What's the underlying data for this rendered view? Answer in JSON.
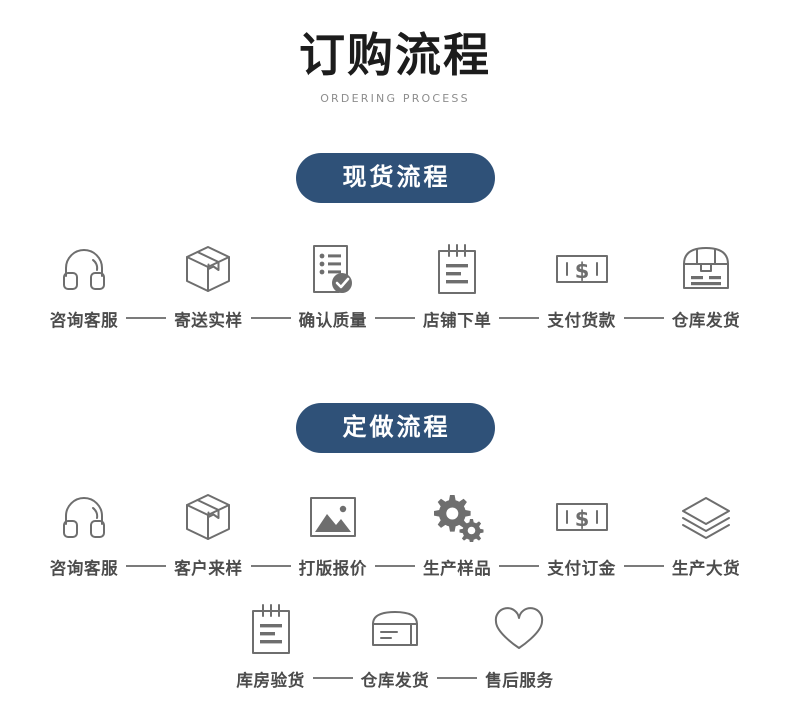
{
  "header": {
    "title": "订购流程",
    "subtitle": "ORDERING PROCESS"
  },
  "theme": {
    "badge_background": "#2f5178",
    "badge_text": "#ffffff",
    "icon_color": "#6e6e6e",
    "label_color": "#4c4c4c",
    "title_color": "#1c1c1c",
    "subtitle_color": "#8d8d8d",
    "page_background": "#ffffff"
  },
  "sections": [
    {
      "badge": "现货流程",
      "rows": [
        {
          "steps": [
            {
              "label": "咨询客服",
              "icon": "headset-icon"
            },
            {
              "label": "寄送实样",
              "icon": "box-icon"
            },
            {
              "label": "确认质量",
              "icon": "document-check-icon"
            },
            {
              "label": "店铺下单",
              "icon": "clipboard-icon"
            },
            {
              "label": "支付货款",
              "icon": "banknote-icon"
            },
            {
              "label": "仓库发货",
              "icon": "storage-box-icon"
            }
          ]
        }
      ]
    },
    {
      "badge": "定做流程",
      "rows": [
        {
          "steps": [
            {
              "label": "咨询客服",
              "icon": "headset-icon"
            },
            {
              "label": "客户来样",
              "icon": "box-icon"
            },
            {
              "label": "打版报价",
              "icon": "image-icon"
            },
            {
              "label": "生产样品",
              "icon": "gears-icon"
            },
            {
              "label": "支付订金",
              "icon": "banknote-icon"
            },
            {
              "label": "生产大货",
              "icon": "layers-icon"
            }
          ]
        },
        {
          "steps": [
            {
              "label": "库房验货",
              "icon": "clipboard-icon"
            },
            {
              "label": "仓库发货",
              "icon": "open-box-icon"
            },
            {
              "label": "售后服务",
              "icon": "heart-icon"
            }
          ]
        }
      ]
    }
  ]
}
